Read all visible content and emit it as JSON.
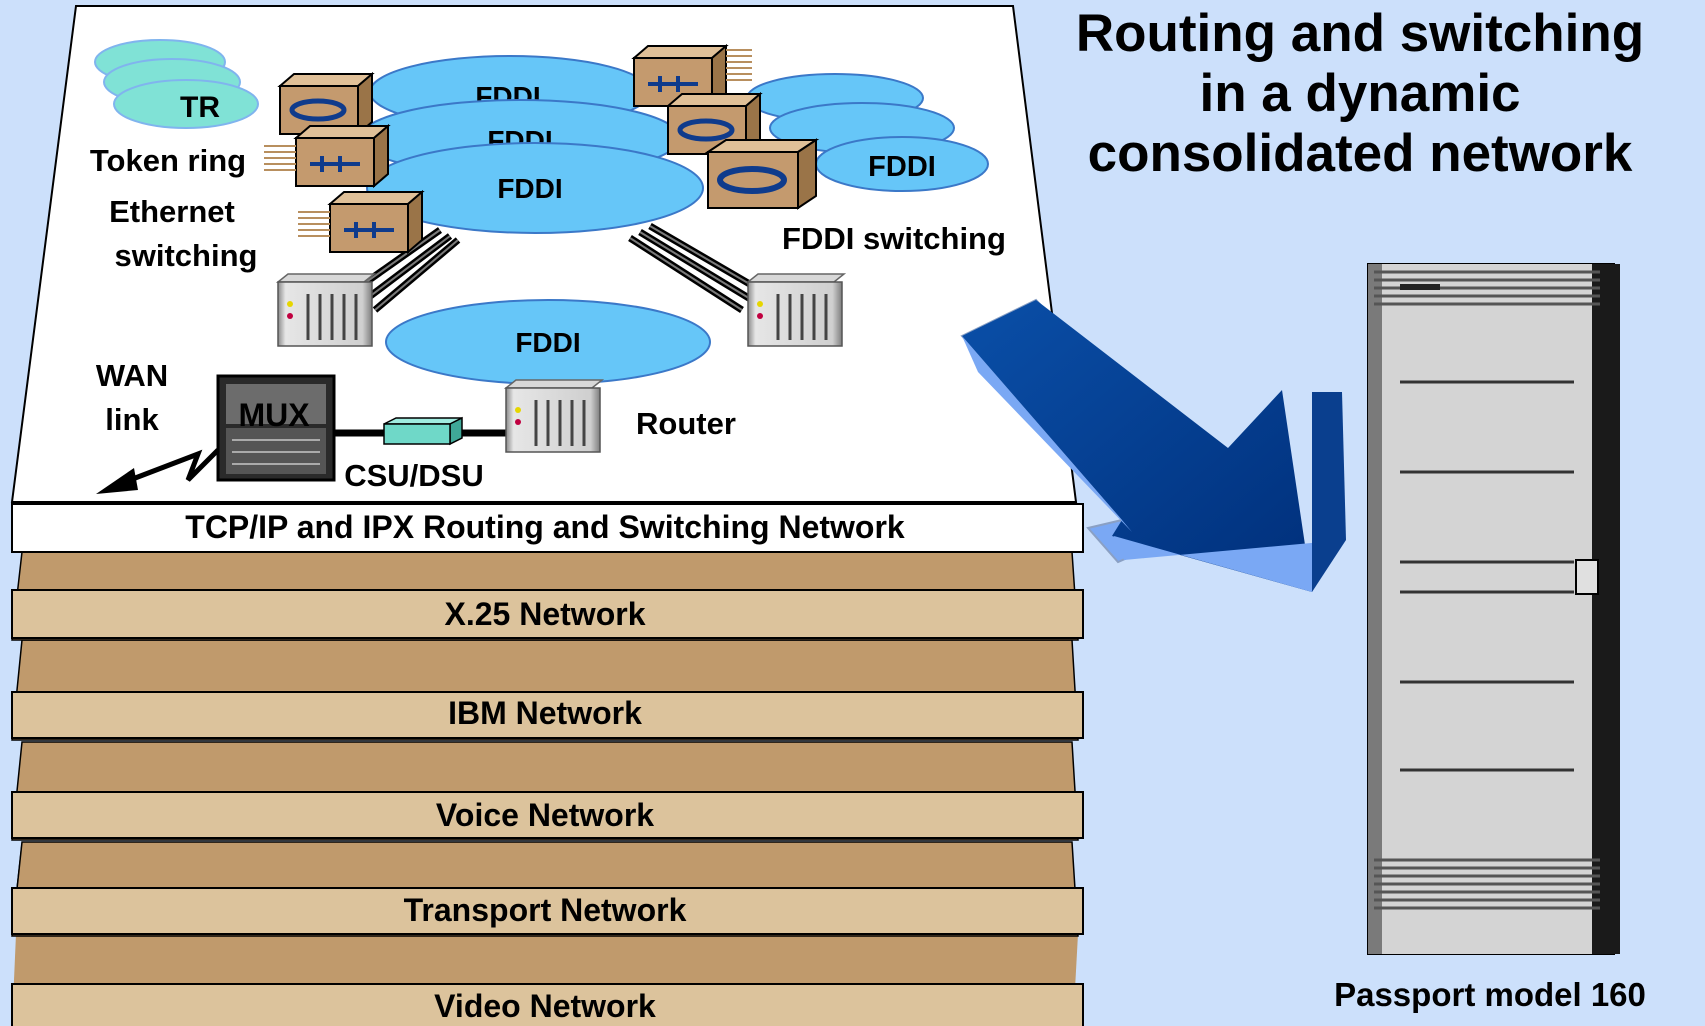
{
  "title": {
    "line1": "Routing and switching",
    "line2": "in a dynamic",
    "line3": "consolidated network"
  },
  "layers": [
    {
      "label": "TCP/IP and IPX Routing and Switching Network"
    },
    {
      "label": "X.25 Network"
    },
    {
      "label": "IBM Network"
    },
    {
      "label": "Voice Network"
    },
    {
      "label": "Transport Network"
    },
    {
      "label": "Video Network"
    }
  ],
  "rings": {
    "tr": "TR",
    "fddi_top1": "FDDI",
    "fddi_top2": "FDDI",
    "fddi_top3": "FDDI",
    "fddi_right": "FDDI",
    "fddi_bottom": "FDDI"
  },
  "labels": {
    "token_ring": "Token ring",
    "ethernet_switching_1": "Ethernet",
    "ethernet_switching_2": "switching",
    "fddi_switching": "FDDI switching",
    "wan_1": "WAN",
    "wan_2": "link",
    "mux": "MUX",
    "csu_dsu": "CSU/DSU",
    "router": "Router"
  },
  "device": {
    "label": "Passport model 160"
  },
  "colors": {
    "background": "#cce0fb",
    "layer_fill": "#dcc39c",
    "layer_edge": "#c09a6c",
    "ring_fill": "#66c6f8",
    "tr_fill": "#80e2d6",
    "switch_box": "#c49a6e",
    "arrow": "#003c8c",
    "arrow_light": "#7aa8f4"
  }
}
